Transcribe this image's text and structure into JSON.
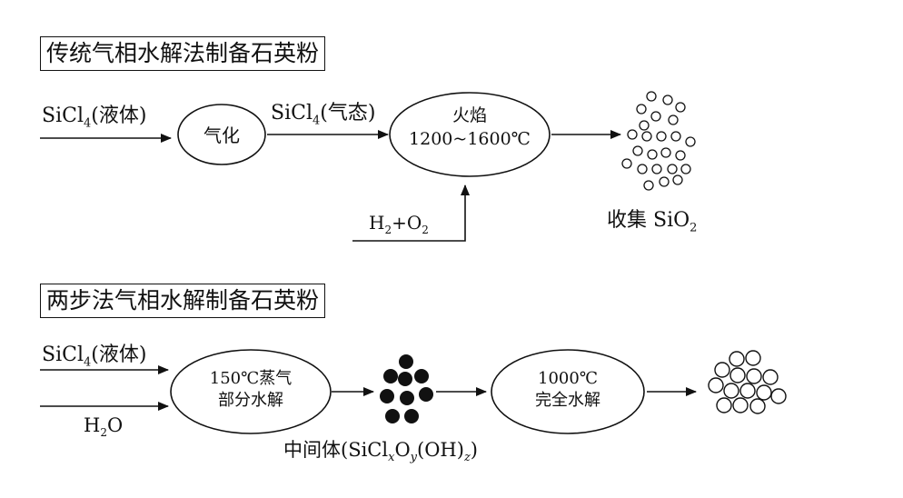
{
  "process1": {
    "title": "传统气相水解法制备石英粉",
    "input_label_main": "SiCl",
    "input_label_sub": "4",
    "input_label_tail": "(液体)",
    "vaporize_label": "气化",
    "gas_label_main": "SiCl",
    "gas_label_sub": "4",
    "gas_label_tail": "(气态)",
    "flame_line1": "火焰",
    "flame_line2": "1200~1600℃",
    "h2_main": "H",
    "h2_sub": "2",
    "plus_o": "+O",
    "o2_sub": "2",
    "collect_label": "收集 SiO",
    "collect_sub": "2"
  },
  "process2": {
    "title": "两步法气相水解制备石英粉",
    "input_label_main": "SiCl",
    "input_label_sub": "4",
    "input_label_tail": "(液体)",
    "water_main": "H",
    "water_sub": "2",
    "water_tail": "O",
    "step1_line1": "150℃蒸气",
    "step1_line2": "部分水解",
    "intermediate_prefix": "中间体(SiCl",
    "intermediate_x": "x",
    "intermediate_o": "O",
    "intermediate_y": "y",
    "intermediate_oh": "(OH)",
    "intermediate_z": "z",
    "intermediate_close": ")",
    "step2_line1": "1000℃",
    "step2_line2": "完全水解"
  }
}
